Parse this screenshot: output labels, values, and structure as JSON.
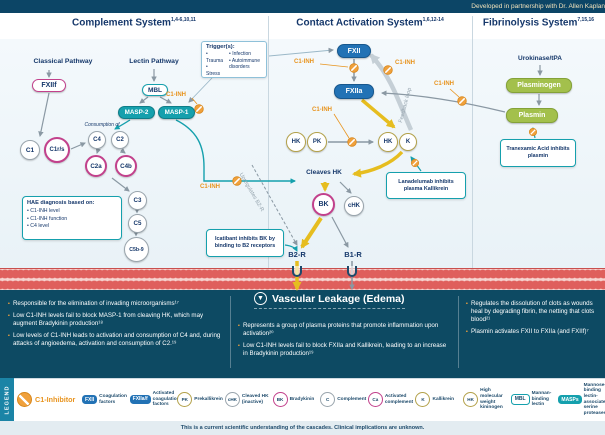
{
  "banner": {
    "text": "Developed in partnership with Dr. Allen Kaplan"
  },
  "headers": {
    "complement": {
      "title": "Complement System",
      "refs": "1,4-6,10,11"
    },
    "contact": {
      "title": "Contact Activation System",
      "refs": "1,6,12-14"
    },
    "fibrinolysis": {
      "title": "Fibrinolysis System",
      "refs": "7,15,16"
    }
  },
  "labels": {
    "c1inh": "C1-INH"
  },
  "icons": {
    "down_arrow": "▼"
  },
  "complement": {
    "classical": "Classical Pathway",
    "lectin": "Lectin Pathway",
    "fxiif": "FXIIf",
    "mbl": "MBL",
    "masp2": "MASP-2",
    "masp1": "MASP-1",
    "consumption": "Consumption of",
    "c1": "C1",
    "c1rs": "C1r/s",
    "c4": "C4",
    "c2": "C2",
    "c2a": "C2a",
    "c4b": "C4b",
    "c3": "C3",
    "c5": "C5",
    "c5b9": "C5b-9",
    "hae_box": {
      "title": "HAE diagnosis based on:",
      "items": [
        "C1-INH level",
        "C1-INH function",
        "C4 level"
      ]
    }
  },
  "trigger_box": {
    "title": "Trigger(s):",
    "items": [
      "Trauma",
      "Stress",
      "Infection",
      "Autoimmune disorders"
    ]
  },
  "contact": {
    "fxii": "FXII",
    "fxiia": "FXIIa",
    "feedback": "Feedback loop",
    "hk": "HK",
    "pk": "PK",
    "k": "K",
    "cleaves_hk": "Cleaves HK",
    "bk": "BK",
    "chk": "cHK",
    "b2r": "B2-R",
    "b1r": "B1-R",
    "upregulates": "Upregulates B2-R",
    "lanadelumab": "Lanadelumab inhibits plasma Kallikrein",
    "icatibant": "Icatibant inhibits BK by binding to B2 receptors"
  },
  "fibrinolysis": {
    "urokinase": "Urokinase/tPA",
    "plasminogen": "Plasminogen",
    "plasmin": "Plasmin",
    "tranexamic": "Tranexamic Acid inhibits plasmin"
  },
  "vascular": {
    "title": "Vascular Leakage (Edema)",
    "left": [
      "Responsible for the elimination of invading microorganisms¹⁷",
      "Low C1-INH levels fail to block MASP-1 from cleaving HK, which may augment Bradykinin production¹⁸",
      "Low levels of C1-INH leads to activation and consumption of C4 and, during attacks of angioedema, activation and consumption of C2.¹⁹"
    ],
    "middle": [
      "Represents a group of plasma proteins that promote inflammation upon activation²⁰",
      "Low C1-INH levels fail to block FXIIa and Kallikrein, leading to an increase in Bradykinin production¹⁹"
    ],
    "right": [
      "Regulates the dissolution of clots as wounds heal by degrading fibrin, the netting that clots blood²¹",
      "Plasmin activates FXII to FXIIa (and FXIIf)⁷"
    ]
  },
  "legend": {
    "tab": "LEGEND",
    "c1_inhibitor": "C1-Inhibitor",
    "items": [
      {
        "chip": "FXII",
        "label": "Coagulation factors"
      },
      {
        "chip": "FXIIa/f",
        "label": "Activated coagulation factors"
      },
      {
        "chip": "PK",
        "label": "Prekallikrein"
      },
      {
        "chip": "cHK",
        "label": "Cleaved HK (inactive)"
      },
      {
        "chip": "BK",
        "label": "Bradykinin"
      },
      {
        "chip": "C",
        "label": "Complement"
      },
      {
        "chip": "Ca",
        "label": "Activated complement"
      },
      {
        "chip": "K",
        "label": "Kallikrein"
      },
      {
        "chip": "HK",
        "label": "High molecular weight kininogen"
      },
      {
        "chip": "MBL",
        "label": "Mannan-binding lectin"
      },
      {
        "chip": "MASPs",
        "label": "Mannose-binding lectin-associated serine proteases"
      }
    ]
  },
  "footer": {
    "text": "This is a current scientific understanding of the cascades. Clinical implications are unknown."
  },
  "colors": {
    "accent_orange": "#E8941F",
    "teal": "#15A0AD",
    "blue": "#2272B5",
    "green": "#A3C04C",
    "pink": "#C2418C",
    "dark": "#0D4A63",
    "membrane_red": "#DF5F5C"
  }
}
